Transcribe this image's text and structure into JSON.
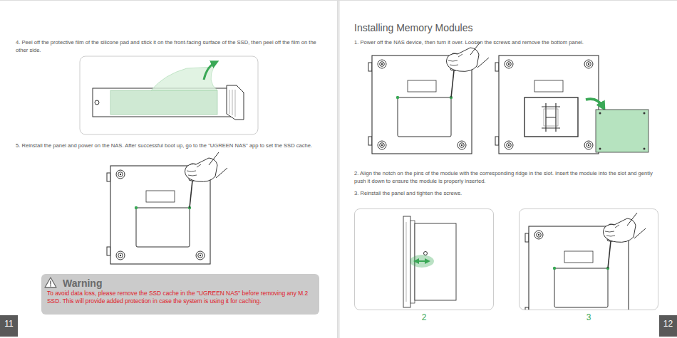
{
  "diagram": {
    "title": "Installing Memory Modules",
    "nodes": [
      {
        "text": [
          "Warning",
          "To avoid data loss, please remove the SSD cache in the \"UGREEN NAS\" before removing any M.2 SSD. This will provide added protection in case the system is using it for caching."
        ]
      },
      {
        "text": [
          "11"
        ]
      },
      {
        "text": [
          "2"
        ]
      },
      {
        "text": [
          "3"
        ]
      },
      {
        "text": [
          "12"
        ]
      }
    ],
    "labels": [
      "4. Peel off the protective film of the silicone pad and stick it on the front-facing surface of the SSD, then peel off the film on the other side.",
      "5. Reinstall the panel and power on the NAS. After successful boot up, go to the \"UGREEN NAS\" app to set the SSD cache.",
      "1. Power off the NAS device, then turn it over. Loosen the screws and remove the bottom panel.",
      "2. Align the notch on the pins of the module with the corresponding ridge in the slot. Insert the module into the slot and gently push it down to ensure the module is properly inserted.",
      "3. Reinstall the panel and tighten the screws."
    ]
  }
}
